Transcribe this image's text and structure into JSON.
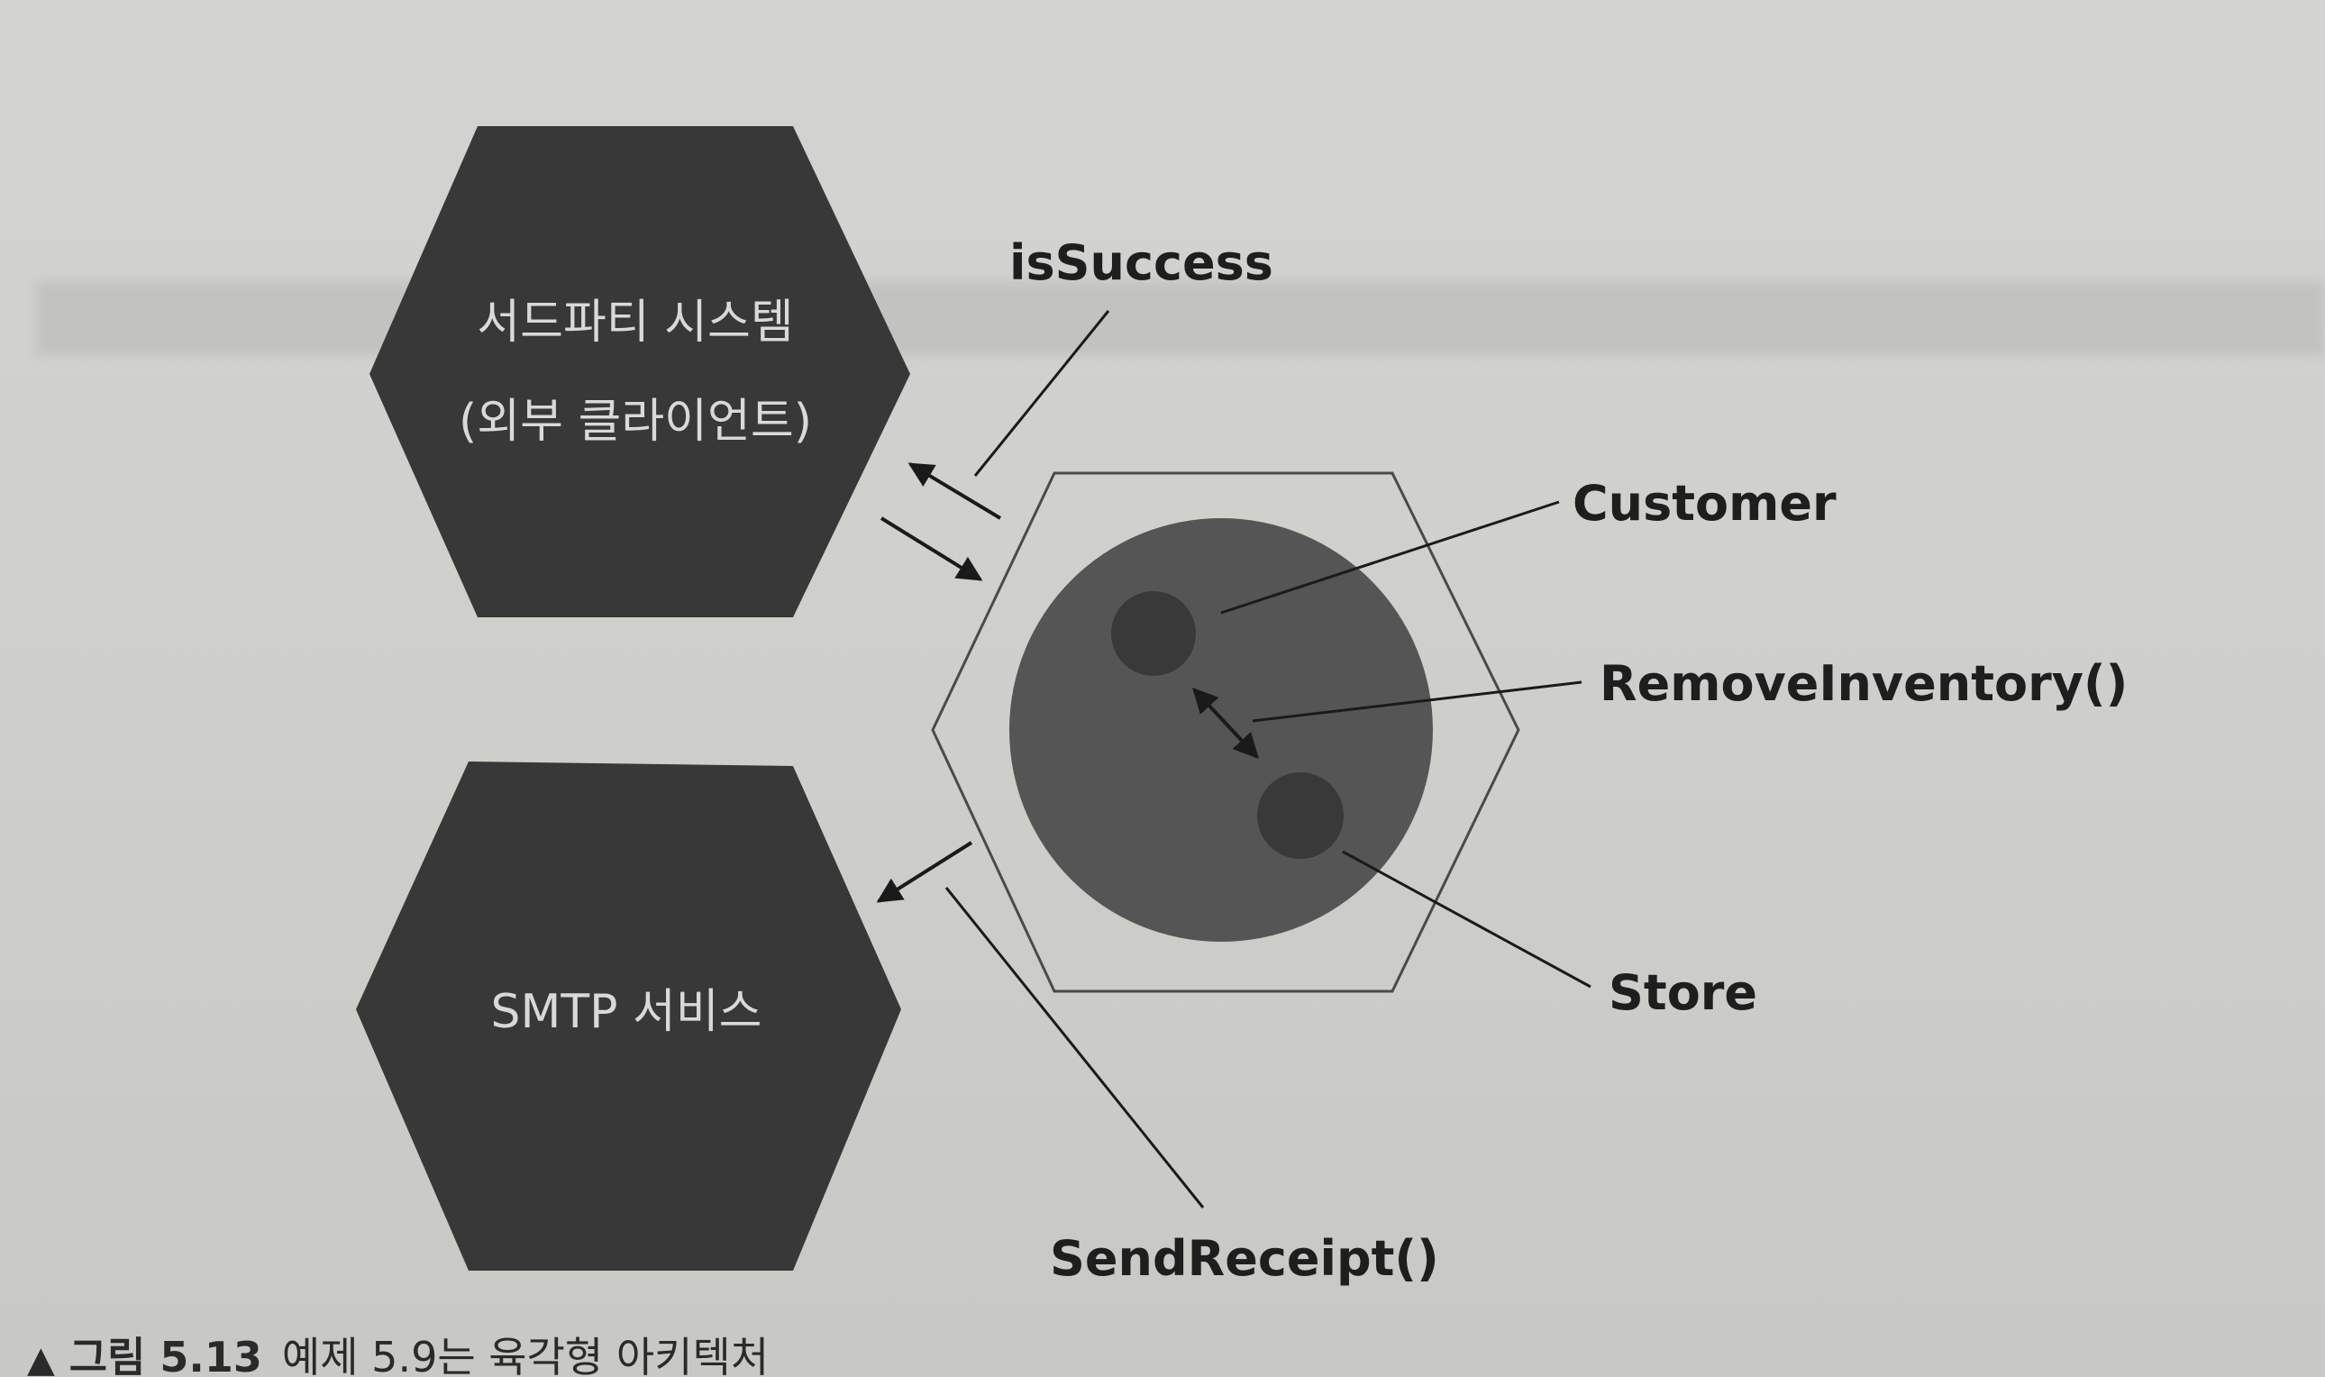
{
  "diagram": {
    "external_system_line1": "서드파티 시스템",
    "external_system_line2": "(외부 클라이언트)",
    "smtp_service": "SMTP 서비스",
    "label_is_success": "isSuccess",
    "label_customer": "Customer",
    "label_remove_inventory": "RemoveInventory()",
    "label_store": "Store",
    "label_send_receipt": "SendReceipt()"
  },
  "caption": {
    "marker": "▲",
    "figure_number": "그림 5.13",
    "text": "예제 5.9는 육각형 아키텍처"
  },
  "colors": {
    "external_hexagon": "#383838",
    "outer_circle": "#555555",
    "inner_dots": "#393939",
    "lines": "#1a1a1a"
  }
}
